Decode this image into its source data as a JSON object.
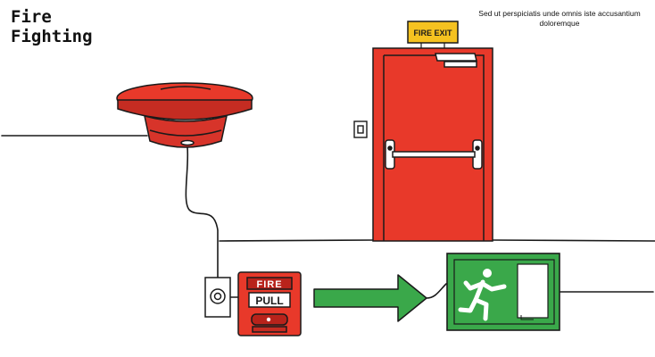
{
  "header": {
    "title_line1": "Fire",
    "title_line2": "Fighting",
    "description": "Sed ut perspiciatis unde omnis iste accusantium doloremque"
  },
  "door_sign": {
    "label": "FIRE EXIT"
  },
  "pull_station": {
    "brand": "FIRE",
    "label": "PULL"
  },
  "icons": [
    "smoke-detector-icon",
    "fire-exit-door-icon",
    "wall-switch-icon",
    "fire-alarm-pull-station-icon",
    "arrow-right-icon",
    "running-man-exit-sign-icon"
  ],
  "colors": {
    "red": "#e8392a",
    "dark_red": "#b8231b",
    "green": "#3aa84a",
    "yellow": "#f5c220",
    "line": "#1a1a1a"
  }
}
